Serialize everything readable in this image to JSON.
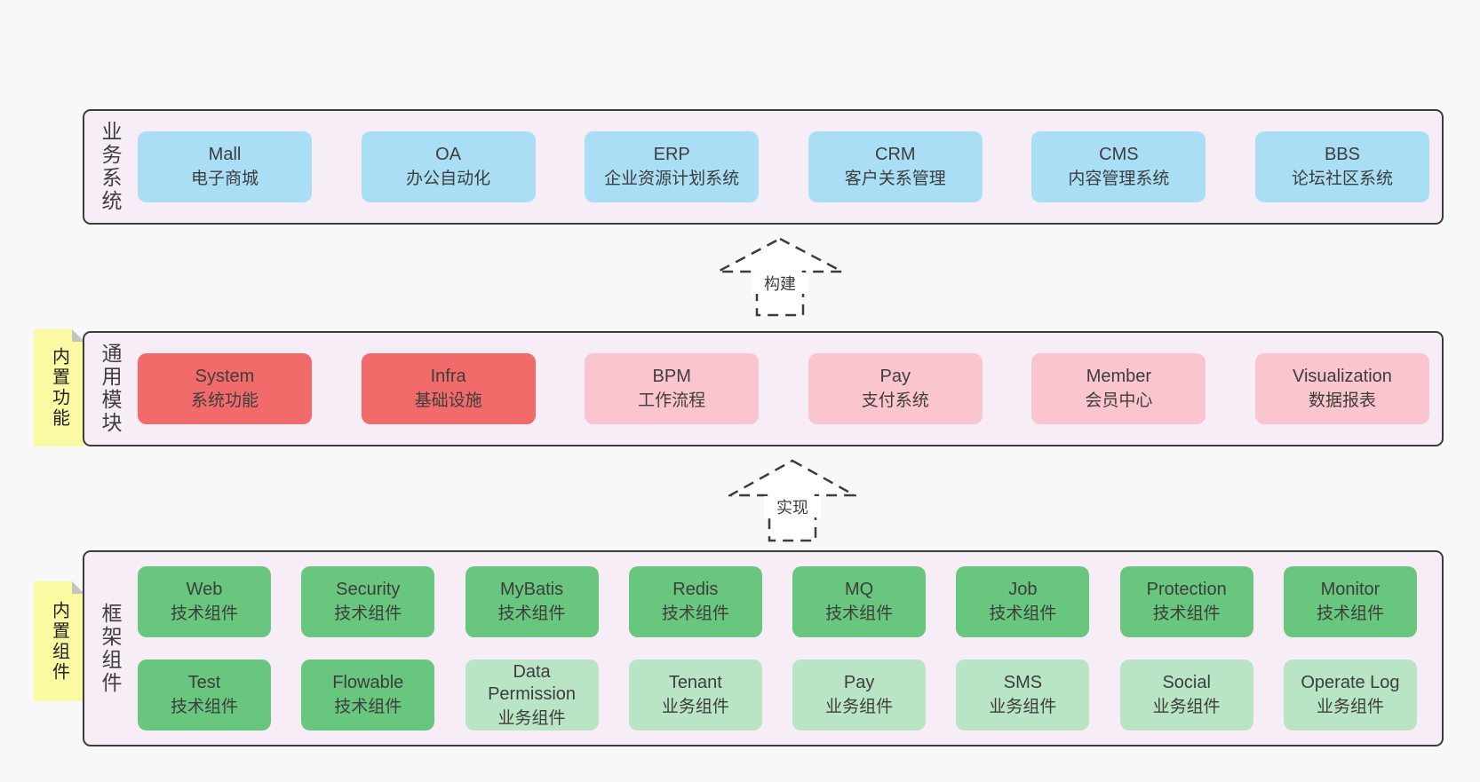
{
  "colors": {
    "page-bg": "#f8f8f8",
    "band-bg": "#f7edf6",
    "band-border": "#3c3c3c",
    "text": "#3d3d3d",
    "blue": "#a9def5",
    "red": "#f26b6b",
    "pink": "#fac5ce",
    "green": "#69c67e",
    "lightgreen": "#b9e5c4",
    "yellow": "#fafaa2",
    "fold": "#c4c4c4"
  },
  "bands": {
    "business": {
      "label": "业务系统",
      "boxes": [
        {
          "en": "Mall",
          "zh": "电子商城"
        },
        {
          "en": "OA",
          "zh": "办公自动化"
        },
        {
          "en": "ERP",
          "zh": "企业资源计划系统"
        },
        {
          "en": "CRM",
          "zh": "客户关系管理"
        },
        {
          "en": "CMS",
          "zh": "内容管理系统"
        },
        {
          "en": "BBS",
          "zh": "论坛社区系统"
        }
      ]
    },
    "modules": {
      "label": "通用模块",
      "note": "内置功能",
      "boxes": [
        {
          "en": "System",
          "zh": "系统功能"
        },
        {
          "en": "Infra",
          "zh": "基础设施"
        },
        {
          "en": "BPM",
          "zh": "工作流程"
        },
        {
          "en": "Pay",
          "zh": "支付系统"
        },
        {
          "en": "Member",
          "zh": "会员中心"
        },
        {
          "en": "Visualization",
          "zh": "数据报表"
        }
      ]
    },
    "components": {
      "label": "框架组件",
      "note": "内置组件",
      "row1": [
        {
          "en": "Web",
          "zh": "技术组件"
        },
        {
          "en": "Security",
          "zh": "技术组件"
        },
        {
          "en": "MyBatis",
          "zh": "技术组件"
        },
        {
          "en": "Redis",
          "zh": "技术组件"
        },
        {
          "en": "MQ",
          "zh": "技术组件"
        },
        {
          "en": "Job",
          "zh": "技术组件"
        },
        {
          "en": "Protection",
          "zh": "技术组件"
        },
        {
          "en": "Monitor",
          "zh": "技术组件"
        }
      ],
      "row2": [
        {
          "en": "Test",
          "zh": "技术组件"
        },
        {
          "en": "Flowable",
          "zh": "技术组件"
        },
        {
          "en": "Data Permission",
          "zh": "业务组件"
        },
        {
          "en": "Tenant",
          "zh": "业务组件"
        },
        {
          "en": "Pay",
          "zh": "业务组件"
        },
        {
          "en": "SMS",
          "zh": "业务组件"
        },
        {
          "en": "Social",
          "zh": "业务组件"
        },
        {
          "en": "Operate Log",
          "zh": "业务组件"
        }
      ]
    }
  },
  "arrows": [
    {
      "label": "构建"
    },
    {
      "label": "实现"
    }
  ]
}
